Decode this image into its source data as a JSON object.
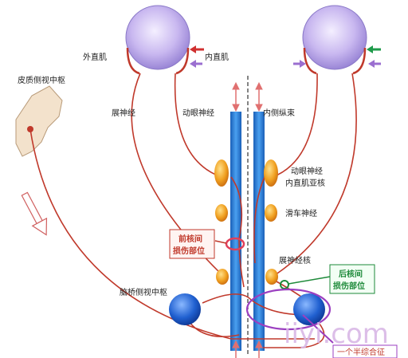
{
  "labels": {
    "lateral_rectus": "外直肌",
    "medial_rectus": "内直肌",
    "cortical_center": "皮质侧视中枢",
    "abducens_nerve": "展神经",
    "oculomotor_nerve": "动眼神经",
    "mlf": "内侧纵束",
    "oculomotor_nucleus": "动眼神经",
    "medial_rectus_subnucleus": "内直肌亚核",
    "trochlear_nerve": "滑车神经",
    "abducens_nucleus": "展神经核",
    "pontine_gaze_center": "脑桥侧视中枢",
    "anterior_inter_1": "前核间",
    "anterior_inter_2": "损伤部位",
    "posterior_inter_1": "后核间",
    "posterior_inter_2": "损伤部位",
    "watermark": "iiyi.com",
    "footer_tag": "一个半综合征"
  },
  "colors": {
    "nerve": "#c0392b",
    "column": "#2f7fd8",
    "nucleus": "#f0a020",
    "eye": "#c9b8f0",
    "lesion_ring": "#e0405a",
    "green_marker": "#1e8a3a",
    "purple_marker": "#9b3fc0",
    "arrow_green": "#1e9a4a",
    "arrow_purple": "#9b6fd0",
    "arrow_red": "#d03030"
  }
}
